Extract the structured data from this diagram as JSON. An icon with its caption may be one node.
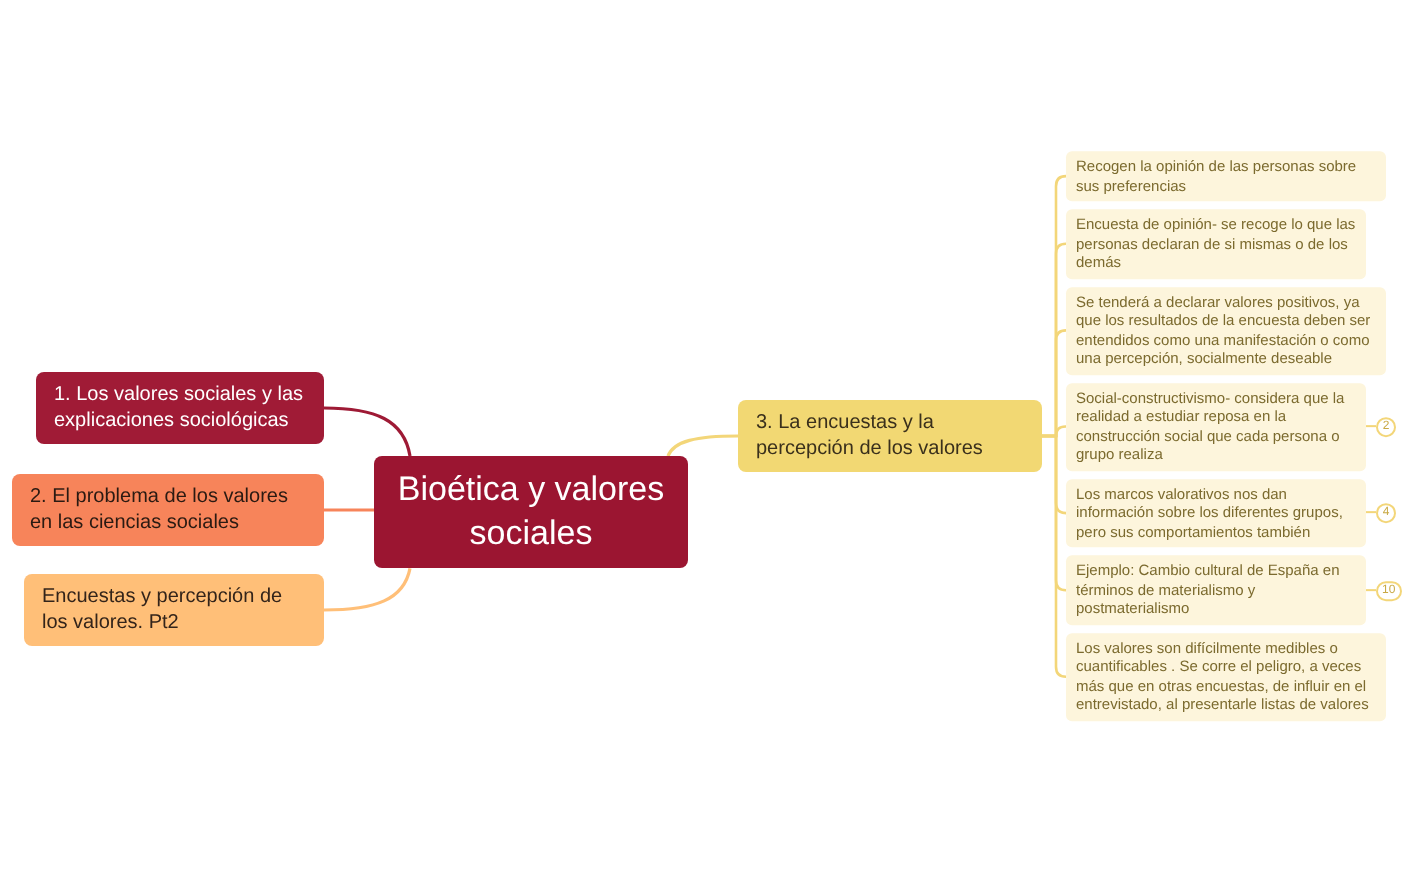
{
  "diagram": {
    "nodes": [
      {
        "text": [
          "Bioética y valores sociales"
        ]
      },
      {
        "text": [
          "1. Los valores sociales y las explicaciones sociológicas"
        ]
      },
      {
        "text": [
          "2. El problema de los valores en las ciencias sociales"
        ]
      },
      {
        "text": [
          "Encuestas y percepción de los valores. Pt2"
        ]
      },
      {
        "text": [
          "3. La encuestas y la percepción de los valores"
        ]
      },
      {
        "text": [
          "Recogen la opinión de las personas sobre sus preferencias"
        ]
      },
      {
        "text": [
          "Encuesta de opinión- se recoge lo que las personas declaran de si mismas o de los demás"
        ]
      },
      {
        "text": [
          "Se tenderá a declarar valores positivos, ya que los resultados de la encuesta deben ser entendidos como una manifestación o como una percepción, socialmente deseable"
        ]
      },
      {
        "text": [
          "Social-constructivismo- considera que la realidad a estudiar reposa en la construcción social que cada persona o grupo realiza"
        ],
        "beside": [
          "2"
        ]
      },
      {
        "text": [
          "Los marcos valorativos nos dan información sobre los diferentes grupos, pero sus comportamientos también"
        ],
        "beside": [
          "4"
        ]
      },
      {
        "text": [
          "Ejemplo: Cambio cultural de España en términos de materialismo y postmaterialismo"
        ],
        "beside": [
          "10"
        ]
      },
      {
        "text": [
          "Los valores son difícilmente medibles o cuantificables . Se corre el peligro, a veces más que en otras encuestas, de influir en el entrevistado, al presentarle listas de valores"
        ]
      }
    ],
    "edges": [
      {
        "from": 0,
        "to": 1,
        "arrow": "none",
        "color": "#9e1a35"
      },
      {
        "from": 0,
        "to": 2,
        "arrow": "none",
        "color": "#f7845a"
      },
      {
        "from": 0,
        "to": 3,
        "arrow": "none",
        "color": "#ffbf78"
      },
      {
        "from": 0,
        "to": 4,
        "arrow": "none"
      },
      {
        "from": 4,
        "to": 5,
        "arrow": "none"
      },
      {
        "from": 4,
        "to": 6,
        "arrow": "none"
      },
      {
        "from": 4,
        "to": 7,
        "arrow": "none"
      },
      {
        "from": 4,
        "to": 8,
        "arrow": "none"
      },
      {
        "from": 4,
        "to": 9,
        "arrow": "none"
      },
      {
        "from": 4,
        "to": 10,
        "arrow": "none"
      },
      {
        "from": 4,
        "to": 11,
        "arrow": "none"
      }
    ]
  }
}
